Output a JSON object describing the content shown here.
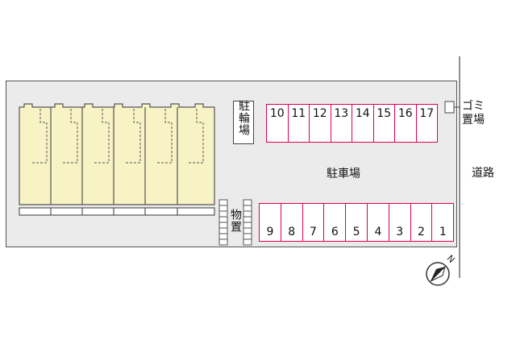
{
  "labels": {
    "bike_parking": "駐輪場",
    "storage": "物置",
    "parking_lot": "駐車場",
    "garbage_line1": "ゴミ",
    "garbage_line2": "置場",
    "road": "道路",
    "north": "N"
  },
  "parking_top_row": [
    "10",
    "11",
    "12",
    "13",
    "14",
    "15",
    "16",
    "17"
  ],
  "parking_bottom_row": [
    "9",
    "8",
    "7",
    "6",
    "5",
    "4",
    "3",
    "2",
    "1"
  ],
  "colors": {
    "building_fill": "#f7f3c4",
    "slot_border": "#e0004a",
    "ground": "#ebebeb"
  }
}
